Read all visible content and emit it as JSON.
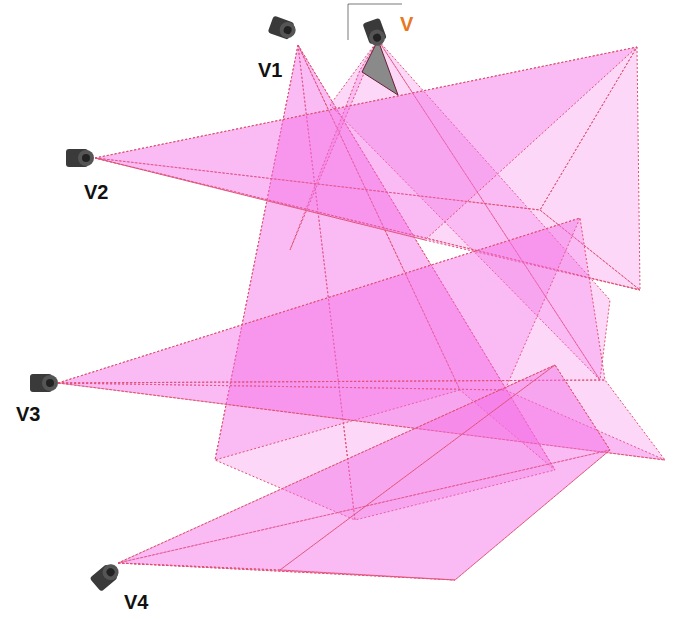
{
  "diagram": {
    "labels": [
      "V1",
      "V",
      "V2",
      "V3",
      "V4"
    ]
  }
}
